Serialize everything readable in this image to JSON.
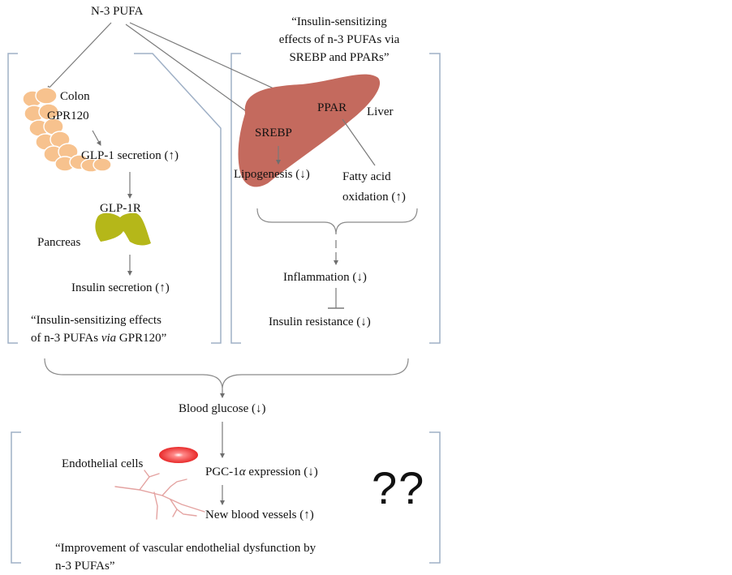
{
  "top": {
    "title": "N-3 PUFA"
  },
  "right_panel": {
    "caption": [
      "“Insulin-sensitizing",
      "effects of n-3 PUFAs via",
      "SREBP and PPARs”"
    ],
    "liver": "Liver",
    "ppar": "PPAR",
    "srebp": "SREBP",
    "lipogenesis": "Lipogenesis (↓)",
    "fatty_acid": [
      "Fatty acid",
      "oxidation (↑)"
    ],
    "inflammation": "Inflammation (↓)",
    "insulin_resistance": "Insulin resistance (↓)"
  },
  "left_panel": {
    "colon": "Colon",
    "gpr120": "GPR120",
    "glp1_secretion": "GLP-1 secretion (↑)",
    "glp1r": "GLP-1R",
    "pancreas": "Pancreas",
    "insulin_secretion": "Insulin secretion (↑)",
    "caption_line1": "“Insulin-sensitizing effects",
    "caption_line2_pre": "of n-3 PUFAs ",
    "caption_line2_em": "via",
    "caption_line2_post": " GPR120”"
  },
  "middle": {
    "blood_glucose": "Blood glucose (↓)"
  },
  "bottom_panel": {
    "endothelial": "Endothelial cells",
    "pgc1_pre": "PGC-1",
    "pgc1_alpha": "α",
    "pgc1_post": " expression (↓)",
    "new_vessels": "New blood vessels (↑)",
    "unknown": "??",
    "caption": [
      "“Improvement of vascular endothelial dysfunction by",
      "n-3 PUFAs”"
    ]
  },
  "colors": {
    "frame": "#9fb0c6",
    "liver": "#c46a5e",
    "colon": "#f7c28e",
    "pancreas": "#b5b719",
    "cell": "#ef3535",
    "vessel": "#e4a3a1",
    "line": "#7a7a7a"
  }
}
